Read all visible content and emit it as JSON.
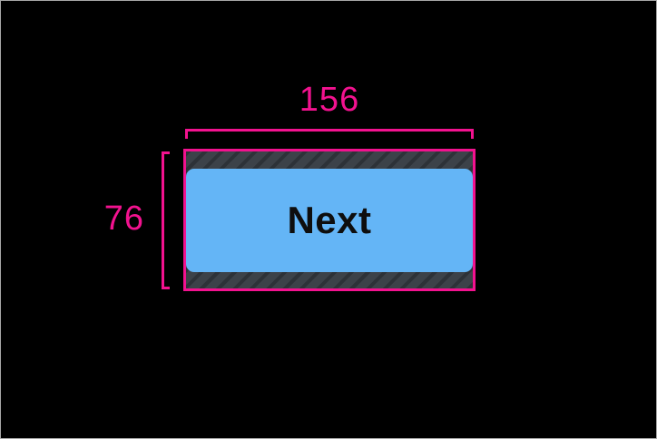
{
  "window": {
    "background": "#000000",
    "border_color": "#A8A8A8"
  },
  "measurements": {
    "width_label": "156",
    "height_label": "76",
    "annotation_color": "#F2128F"
  },
  "button": {
    "label": "Next",
    "fill_color": "#64B5F6",
    "text_color": "#0E0E0E"
  },
  "tap_target_padding": {
    "hatch_base_color": "#3C4249",
    "hatch_stripe_color": "#2D3238"
  }
}
